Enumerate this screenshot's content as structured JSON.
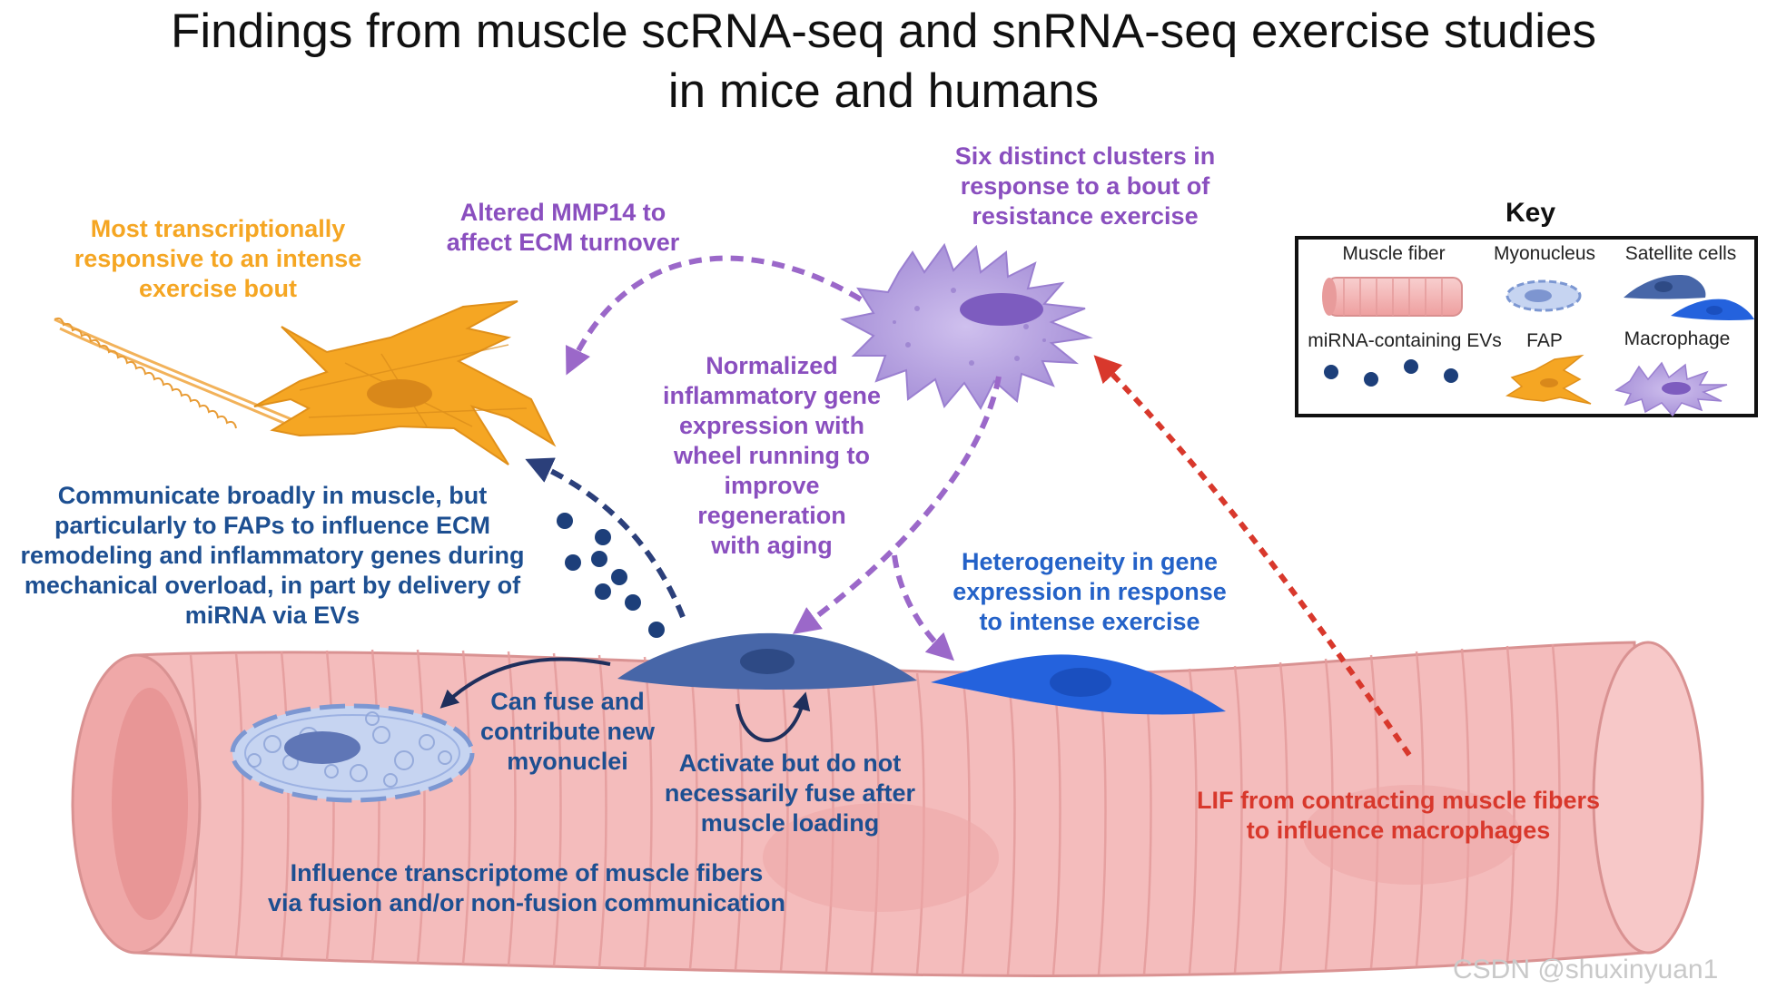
{
  "title": {
    "line1": "Findings from muscle scRNA-seq and snRNA-seq exercise studies",
    "line2": "in mice and humans"
  },
  "colors": {
    "fap": "#f5a623",
    "macrophage_text": "#8a4fbf",
    "macrophage_cell": "#b7a3e0",
    "ev_text": "#1d4f91",
    "satellite_dark": "#4766a8",
    "satellite_light": "#2462dd",
    "muscle": "#f4bcbc",
    "lif_red": "#d8382c"
  },
  "labels": {
    "fap": [
      "Most transcriptionally",
      "responsive to an intense",
      "exercise bout"
    ],
    "mmp14": [
      "Altered MMP14 to",
      "affect ECM turnover"
    ],
    "six_clusters": [
      "Six distinct clusters in",
      "response to a bout of",
      "resistance exercise"
    ],
    "normalized": [
      "Normalized",
      "inflammatory gene",
      "expression with",
      "wheel running to",
      "improve",
      "regeneration",
      "with aging"
    ],
    "communicate": [
      "Communicate broadly in muscle, but",
      "particularly to FAPs to influence ECM",
      "remodeling and inflammatory genes during",
      "mechanical overload, in part by delivery of",
      "miRNA via EVs"
    ],
    "heterogeneity": [
      "Heterogeneity in gene",
      "expression in response",
      "to intense exercise"
    ],
    "fuse": [
      "Can fuse and",
      "contribute new",
      "myonuclei"
    ],
    "activate": [
      "Activate but do not",
      "necessarily fuse after",
      "muscle loading"
    ],
    "influence": [
      "Influence transcriptome of muscle fibers",
      "via fusion and/or non-fusion communication"
    ],
    "lif": [
      "LIF from contracting muscle fibers",
      "to influence macrophages"
    ]
  },
  "key": {
    "title": "Key",
    "items": {
      "muscle_fiber": "Muscle fiber",
      "myonucleus": "Myonucleus",
      "satellite_cells": "Satellite cells",
      "mirna_evs": "miRNA-containing EVs",
      "fap": "FAP",
      "macrophage": "Macrophage"
    }
  },
  "watermark": "CSDN @shuxinyuan1"
}
